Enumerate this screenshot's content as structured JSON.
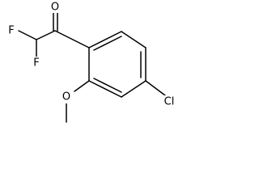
{
  "diagram": {
    "atoms": {
      "oxygen_carbonyl": "O",
      "fluorine_top": "F",
      "fluorine_bottom": "F",
      "chlorine": "Cl",
      "oxygen_methoxy": "O"
    }
  }
}
